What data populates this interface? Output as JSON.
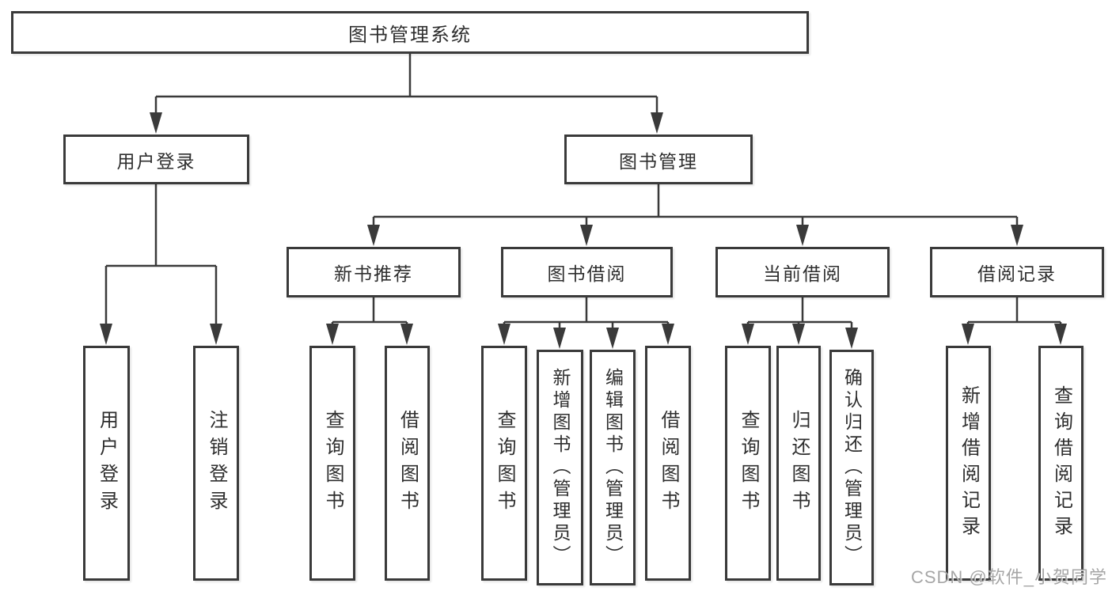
{
  "tree": {
    "label": "图书管理系统",
    "children": [
      {
        "label": "用户登录",
        "children": [
          {
            "label": "用户登录"
          },
          {
            "label": "注销登录"
          }
        ]
      },
      {
        "label": "图书管理",
        "children": [
          {
            "label": "新书推荐",
            "children": [
              {
                "label": "查询图书"
              },
              {
                "label": "借阅图书"
              }
            ]
          },
          {
            "label": "图书借阅",
            "children": [
              {
                "label": "查询图书"
              },
              {
                "label": "新增图书（管理员）"
              },
              {
                "label": "编辑图书（管理员）"
              },
              {
                "label": "借阅图书"
              }
            ]
          },
          {
            "label": "当前借阅",
            "children": [
              {
                "label": "查询图书"
              },
              {
                "label": "归还图书"
              },
              {
                "label": "确认归还（管理员）"
              }
            ]
          },
          {
            "label": "借阅记录",
            "children": [
              {
                "label": "新增借阅记录"
              },
              {
                "label": "查询借阅记录"
              }
            ]
          }
        ]
      }
    ]
  },
  "watermark": {
    "text": "CSDN @软件_小贺同学"
  },
  "colors": {
    "line": "#3a3a3a",
    "box_border": "#3a3a3a",
    "text": "#2e2e2e",
    "background": "#ffffff",
    "watermark": "#9e9e9e"
  }
}
